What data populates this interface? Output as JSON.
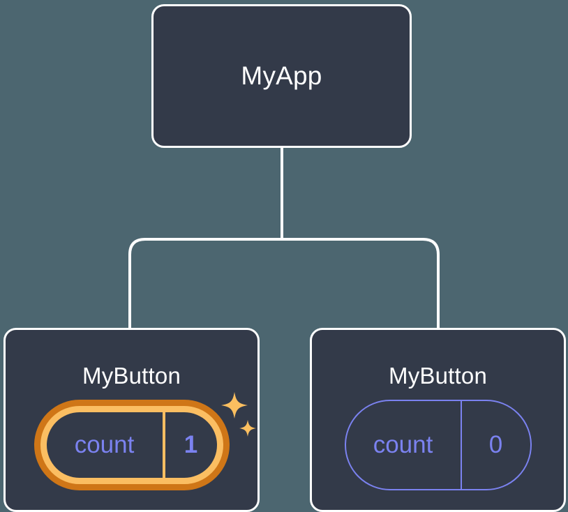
{
  "diagram": {
    "type": "component-tree",
    "background_color": "#4c6670",
    "node_fill": "#333a49",
    "node_border": "#ffffff",
    "edge_color": "#ffffff",
    "highlight_outer_color": "#cf7617",
    "highlight_inner_color": "#fbbe62",
    "state_text_color": "#7b82f0",
    "sparkle_color": "#fbbf60"
  },
  "root": {
    "label": "MyApp"
  },
  "children": [
    {
      "label": "MyButton",
      "state_key": "count",
      "state_value": "1",
      "highlighted": true,
      "sparkle": true
    },
    {
      "label": "MyButton",
      "state_key": "count",
      "state_value": "0",
      "highlighted": false,
      "sparkle": false
    }
  ]
}
